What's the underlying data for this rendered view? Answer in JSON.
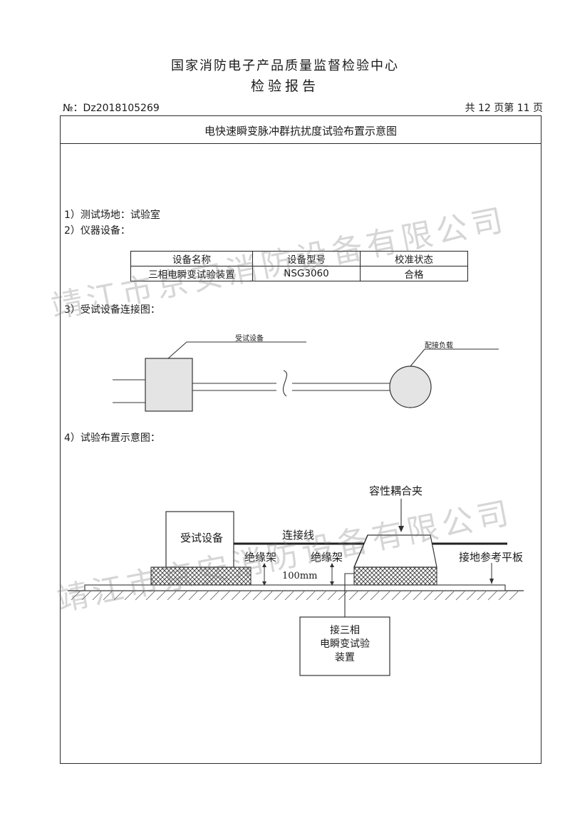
{
  "header": {
    "org": "国家消防电子产品质量监督检验中心",
    "doc_type": "检验报告",
    "report_no": "№：Dz2018105269",
    "page_info": "共 12 页第 11 页"
  },
  "section_title": "电快速瞬变脉冲群抗扰度试验布置示意图",
  "items": {
    "site": "1）测试场地：试验室",
    "instruments": "2）仪器设备：",
    "connection": "3）受试设备连接图：",
    "layout": "4）试验布置示意图："
  },
  "equipment_table": {
    "headers": [
      "设备名称",
      "设备型号",
      "校准状态"
    ],
    "rows": [
      [
        "三相电瞬变试验装置",
        "NSG3060",
        "合格"
      ]
    ]
  },
  "connection_diagram": {
    "eut_label": "受试设备",
    "load_label": "配接负载"
  },
  "layout_diagram": {
    "eut": "受试设备",
    "cable": "连接线",
    "coupler": "容性耦合夹",
    "insulator_1": "绝缘架",
    "insulator_2": "绝缘架",
    "height": "100mm",
    "ground_plane": "接地参考平板",
    "generator": [
      "接三相",
      "电瞬变试验",
      "装置"
    ]
  },
  "watermark": "靖江市京安消防设备有限公司"
}
